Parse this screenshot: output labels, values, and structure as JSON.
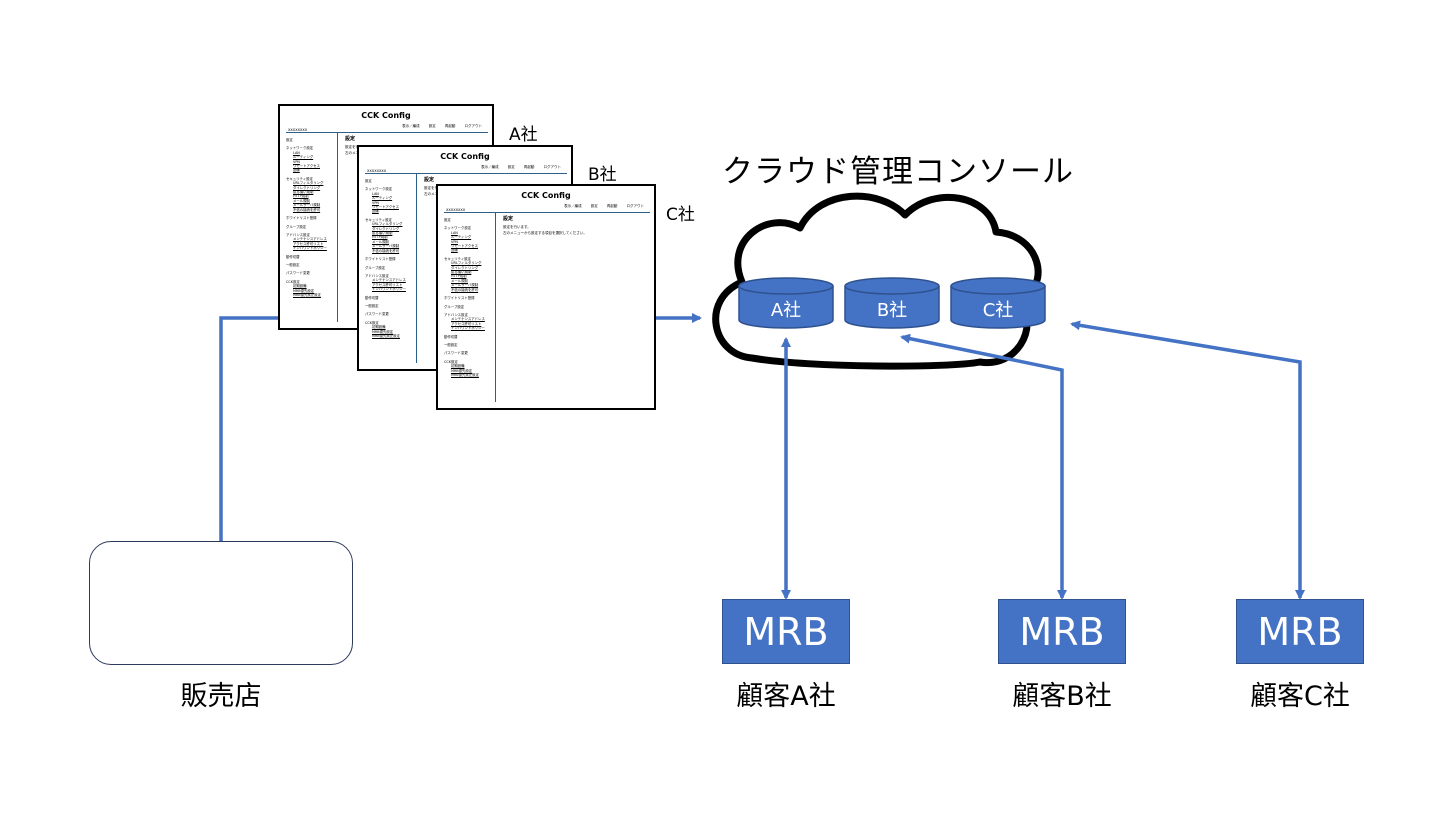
{
  "console_title": "クラウド管理コンソール",
  "databases": [
    "A社",
    "B社",
    "C社"
  ],
  "config_screens": [
    {
      "label": "A社",
      "title": "CCK Config",
      "tools": "表示／編成 設定 再起動 ログアウト",
      "sub": "XXXXXXXX",
      "body_title": "設定",
      "body_lines": [
        "設定を行います。",
        "左のメニューから設定する項目を選択してください。"
      ]
    },
    {
      "label": "B社",
      "title": "CCK Config",
      "tools": "表示／編成 設定 再起動 ログアウト",
      "sub": "XXXXXXXX",
      "body_title": "設定",
      "body_lines": [
        "設定を行います。",
        "左のメニューから設定する項目を選択してください。"
      ]
    },
    {
      "label": "C社",
      "title": "CCK Config",
      "tools": "表示／編成 設定 再起動 ログアウト",
      "sub": "XXXXXXXX",
      "body_title": "設定",
      "body_lines": [
        "設定を行います。",
        "左のメニューから設定する項目を選択してください。"
      ]
    }
  ],
  "menu": {
    "heading": "設定",
    "groups": [
      {
        "title": "ネットワーク設定",
        "items": [
          "LAN",
          "ルーティング",
          "VPN",
          "リモートアクセス",
          "回線"
        ]
      },
      {
        "title": "セキュリティ設定",
        "items": [
          "URLフィルタリング",
          "ダイレクトリング",
          "拡る撮い規制",
          "HTTP規制",
          "メール規制",
          "メールサーバ規制",
          "不信の接続を許可"
        ]
      },
      {
        "title": "ホワイトリスト登録",
        "items": []
      },
      {
        "title": "グループ設定",
        "items": []
      },
      {
        "title": "アドバンス設定",
        "items": [
          "メンテナンスアドレス",
          "アクセス許可リスト",
          "インバウンドポリシー"
        ]
      },
      {
        "title": "動作切替",
        "items": []
      },
      {
        "title": "一般設定",
        "items": []
      },
      {
        "title": "パスワード変更",
        "items": []
      },
      {
        "title": "CCK設定",
        "items": [
          "初期設備",
          "MRB優先設定",
          "MRB優先禁止設定"
        ]
      }
    ]
  },
  "reseller_label": "販売店",
  "mrb_label": "MRB",
  "customers": [
    "顧客A社",
    "顧客B社",
    "顧客C社"
  ],
  "colors": {
    "accent": "#4472c4",
    "accent_border": "#2f528f",
    "line": "#4472c4"
  }
}
